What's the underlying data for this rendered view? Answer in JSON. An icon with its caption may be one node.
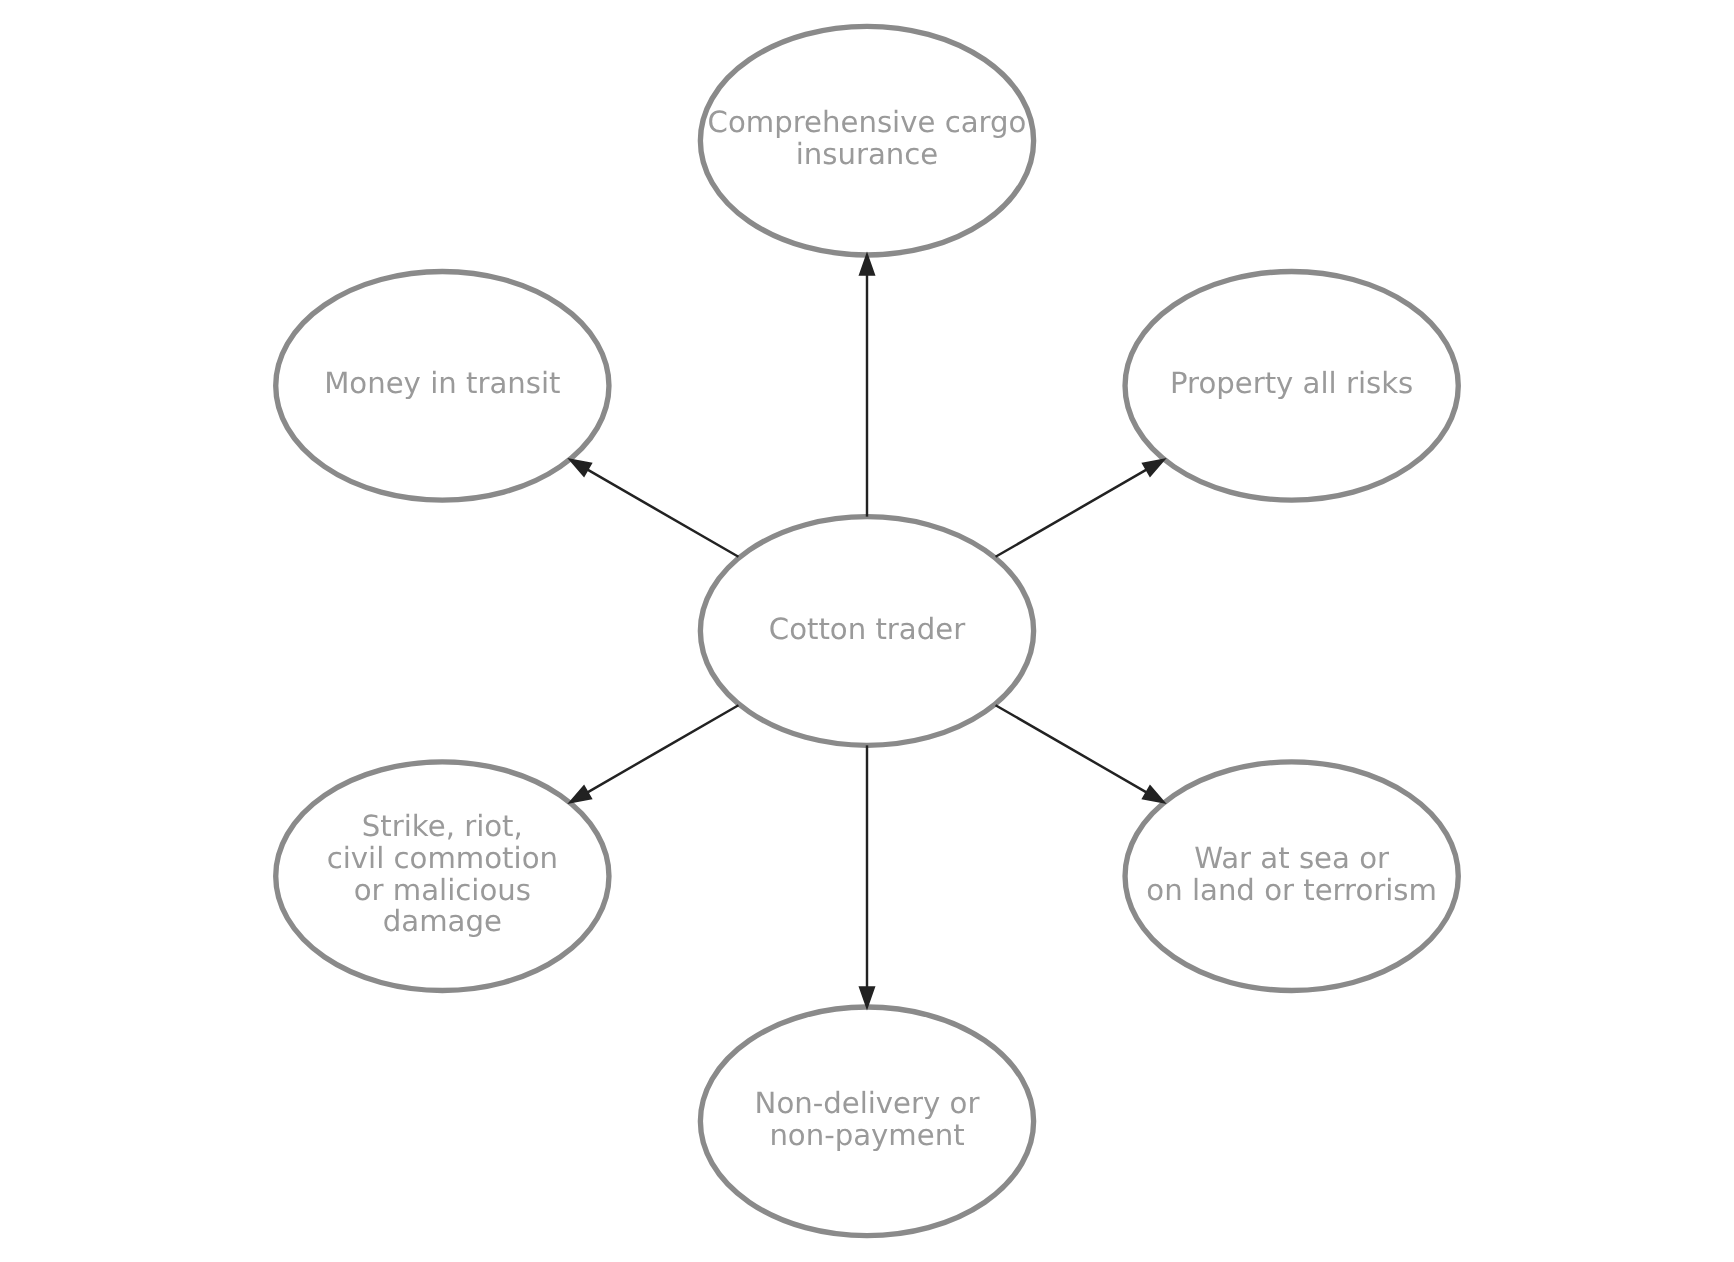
{
  "diagram": {
    "nodes": [
      {
        "text": [
          "Property all risks"
        ]
      },
      {
        "text": [
          "Comprehensive cargo insurance"
        ]
      },
      {
        "text": [
          "Money in transit"
        ]
      },
      {
        "text": [
          "Cotton trader"
        ]
      },
      {
        "text": [
          "Strike, riot, civil commotion or malicious damage"
        ]
      },
      {
        "text": [
          "Non-delivery or non-payment"
        ]
      },
      {
        "text": [
          "War at sea or on land or terrorism"
        ]
      }
    ],
    "edges": [
      {
        "from": 3,
        "to": 0,
        "arrow": "to"
      },
      {
        "from": 3,
        "to": 1,
        "arrow": "to"
      },
      {
        "from": 3,
        "to": 2,
        "arrow": "to"
      },
      {
        "from": 3,
        "to": 4,
        "arrow": "to"
      },
      {
        "from": 3,
        "to": 5,
        "arrow": "to"
      },
      {
        "from": 3,
        "to": 6,
        "arrow": "to"
      }
    ]
  }
}
